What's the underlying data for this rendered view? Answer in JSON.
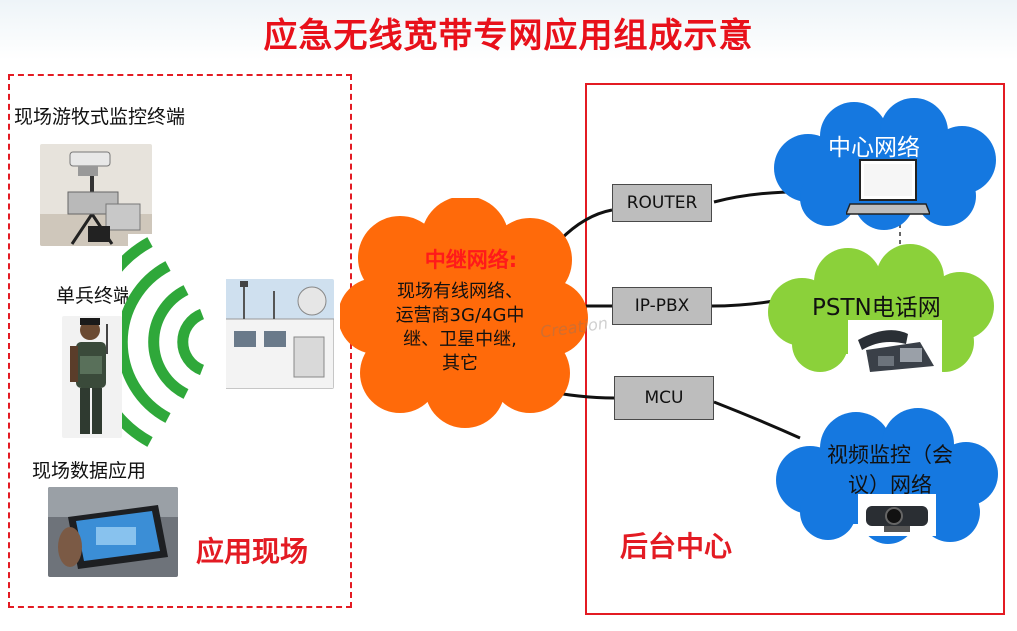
{
  "title": "应急无线宽带专网应用组成示意",
  "site": {
    "area_label": "应用现场",
    "terminal_patrol": "现场游牧式监控终端",
    "terminal_soldier": "单兵终端",
    "data_app": "现场数据应用"
  },
  "relay": {
    "heading": "中继网络:",
    "lines": [
      "现场有线网络、",
      "运营商3G/4G中",
      "继、卫星中继,",
      "其它"
    ]
  },
  "backend": {
    "area_label": "后台中心",
    "devices": {
      "router": "ROUTER",
      "ippbx": "IP-PBX",
      "mcu": "MCU"
    },
    "center_network": "中心网络",
    "pstn": "PSTN电话网",
    "video": [
      "视频监控（会",
      "议）网络"
    ]
  },
  "watermark": "Creation",
  "colors": {
    "title_red": "#e8101a",
    "cloud_orange": "#ff6a0a",
    "cloud_blue": "#1578e0",
    "cloud_green": "#8bd13a",
    "signal_green": "#2fa83a"
  }
}
